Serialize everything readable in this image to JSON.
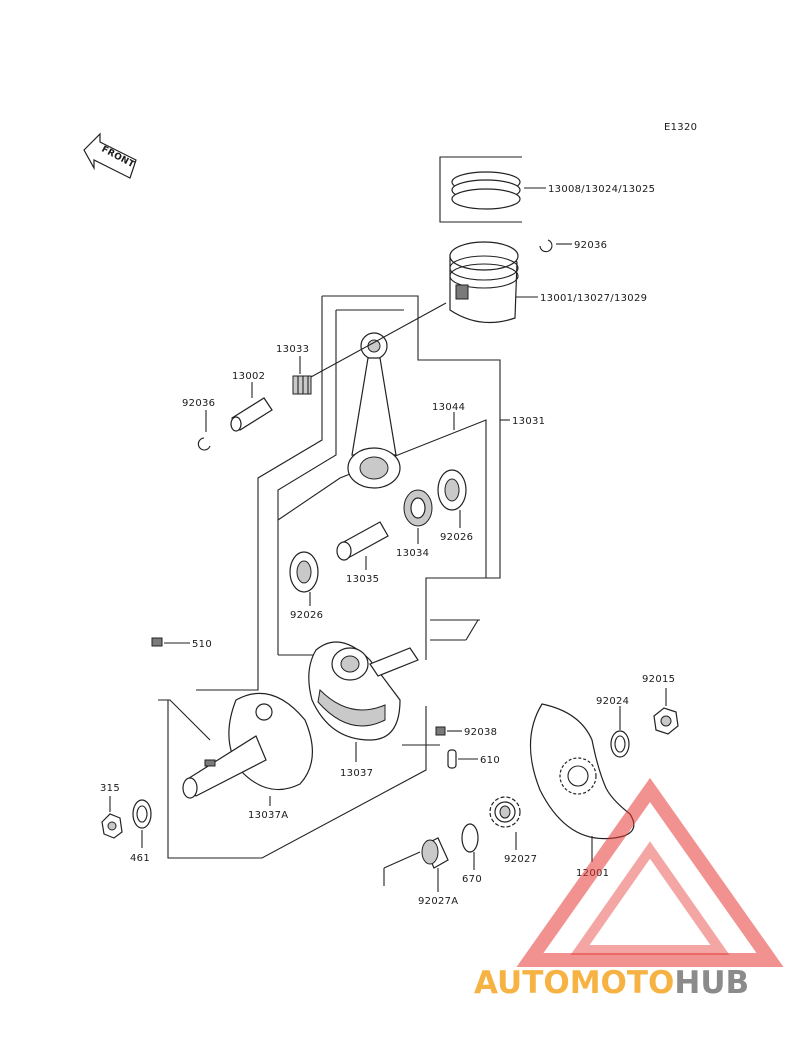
{
  "diagram_code": "E1320",
  "front_label": "FRONT",
  "parts": [
    {
      "id": "ring-set",
      "label": "13008/13024/13025"
    },
    {
      "id": "piston-circlip",
      "label": "92036"
    },
    {
      "id": "piston",
      "label": "13001/13027/13029"
    },
    {
      "id": "small-end-bearing",
      "label": "13033"
    },
    {
      "id": "piston-pin",
      "label": "13002"
    },
    {
      "id": "pin-circlip",
      "label": "92036"
    },
    {
      "id": "con-rod-kit",
      "label": "13044"
    },
    {
      "id": "crankshaft-assy",
      "label": "13031"
    },
    {
      "id": "big-end-bearing",
      "label": "13034"
    },
    {
      "id": "thrust-washer-right",
      "label": "92026"
    },
    {
      "id": "crank-pin",
      "label": "13035"
    },
    {
      "id": "thrust-washer-left",
      "label": "92026"
    },
    {
      "id": "key",
      "label": "510"
    },
    {
      "id": "right-flywheel",
      "label": "13037"
    },
    {
      "id": "left-flywheel",
      "label": "13037A"
    },
    {
      "id": "woodruff-key",
      "label": "92038"
    },
    {
      "id": "dowel-pin",
      "label": "610"
    },
    {
      "id": "nut",
      "label": "92015"
    },
    {
      "id": "lock-washer",
      "label": "92024"
    },
    {
      "id": "nut-left",
      "label": "315"
    },
    {
      "id": "washer-left",
      "label": "461"
    },
    {
      "id": "gear",
      "label": "92027"
    },
    {
      "id": "o-ring",
      "label": "670"
    },
    {
      "id": "collar",
      "label": "92027A"
    },
    {
      "id": "balancer-plate",
      "label": "12001"
    }
  ],
  "watermark": {
    "part1": "AUTOMOTO",
    "part2": "HUB",
    "color1": "#f5a623",
    "color2": "#7a7a7a",
    "triangle_color": "#e53935"
  }
}
